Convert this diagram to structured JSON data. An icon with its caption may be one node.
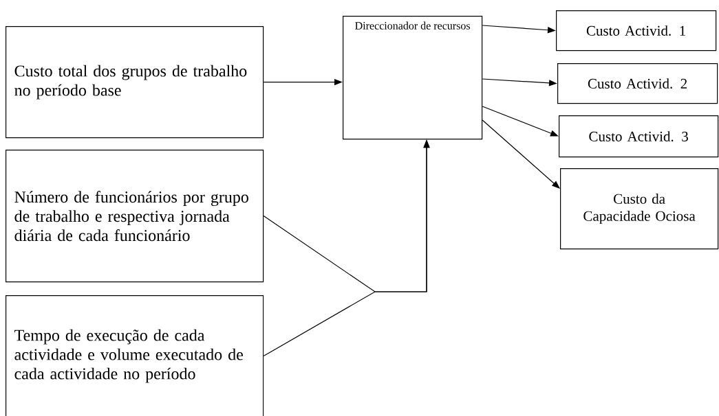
{
  "diagram": {
    "nodes": [
      {
        "text": [
          "Custo total dos grupos de trabalho no período base"
        ]
      },
      {
        "text": [
          "Número de funcionários por grupo de trabalho e respectiva jornada diária de cada funcionário"
        ]
      },
      {
        "text": [
          "Tempo de execução de cada actividade e volume executado de cada actividade no período"
        ]
      },
      {
        "text": [
          "Direccionador de recursos"
        ]
      },
      {
        "text": [
          "Custo Activid. 1"
        ]
      },
      {
        "text": [
          "Custo Activid. 2"
        ]
      },
      {
        "text": [
          "Custo Activid. 3"
        ]
      },
      {
        "text": [
          "Custo da Capacidade Ociosa"
        ]
      }
    ],
    "edges": [
      {
        "from": 0,
        "to": 3,
        "arrow": "to"
      },
      {
        "from": 1,
        "to": 3,
        "arrow": "to"
      },
      {
        "from": 2,
        "to": 3,
        "arrow": "to"
      },
      {
        "from": 3,
        "to": 4,
        "arrow": "to"
      },
      {
        "from": 3,
        "to": 5,
        "arrow": "to"
      },
      {
        "from": 3,
        "to": 6,
        "arrow": "to"
      },
      {
        "from": 3,
        "to": 7,
        "arrow": "to"
      }
    ]
  }
}
